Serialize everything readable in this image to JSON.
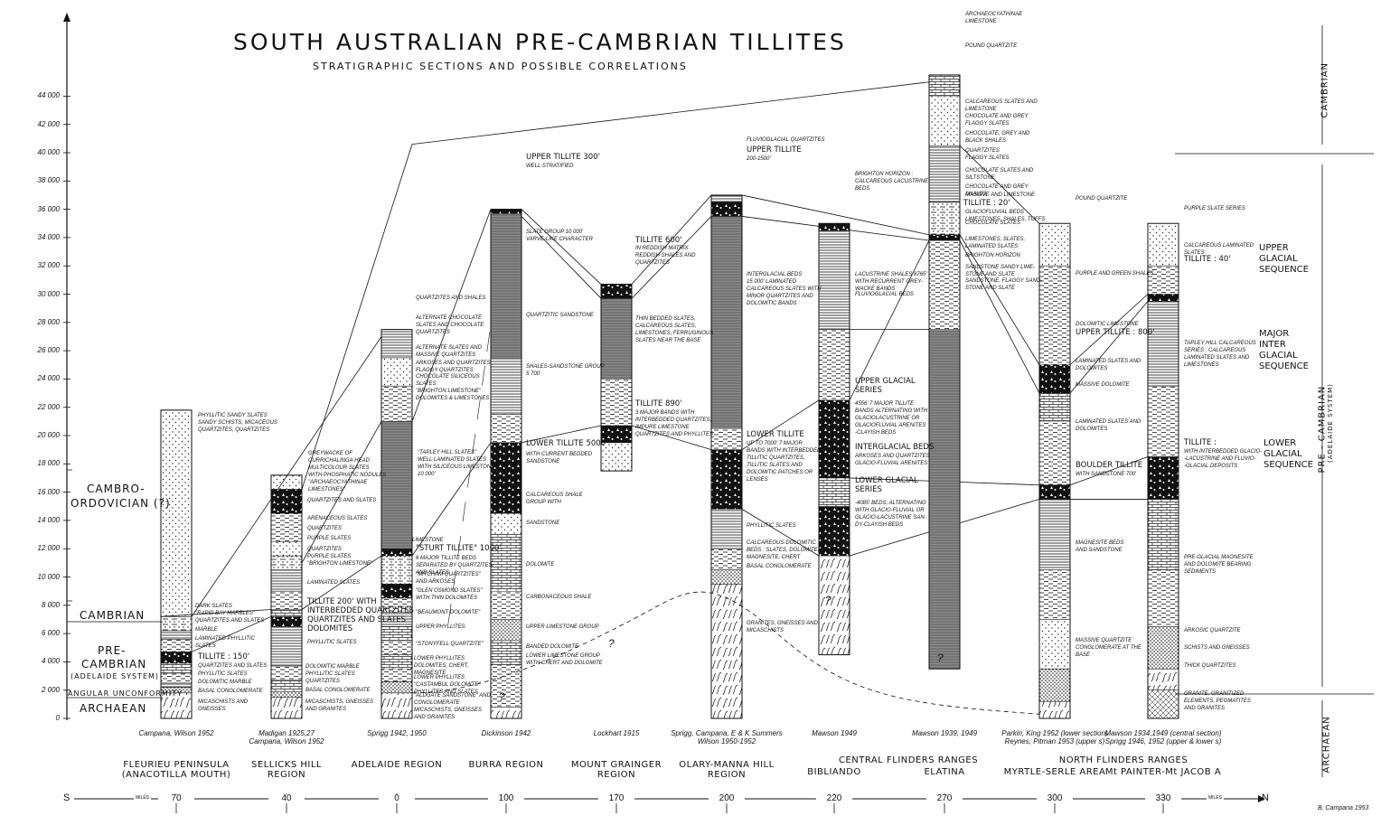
{
  "title": "SOUTH AUSTRALIAN PRE-CAMBRIAN TILLITES",
  "subtitle": "STRATIGRAPHIC SECTIONS AND POSSIBLE CORRELATIONS",
  "y_axis_ticks": [
    "0",
    "2 000",
    "4 000",
    "6 000",
    "8 000",
    "10 000",
    "12 000",
    "14 000",
    "16 000",
    "18 000",
    "20 000",
    "22 000",
    "24 000",
    "26 000",
    "28 000",
    "30 000",
    "32 000",
    "34 000",
    "36 000",
    "38 000",
    "40 000",
    "42 000",
    "44 000"
  ],
  "left_periods": {
    "cambro_ordovician_1": "CAMBRO-",
    "cambro_ordovician_2": "ORDOVICIAN (?)",
    "cambrian": "CAMBRIAN",
    "pre": "PRE-",
    "pre_cambrian": "CAMBRIAN",
    "adelaide_system": "(ADELAIDE SYSTEM)",
    "angular": "ANGULAR UNCONFORMITY",
    "archaean": "ARCHAEAN"
  },
  "right_periods": {
    "cambrian": "CAMBRIAN",
    "pre_cambrian": "PRE - CAMBRIAN",
    "adelaide_system": "(ADELAIDE SYSTEM)",
    "archaean": "ARCHAEAN"
  },
  "sequences": {
    "upper": "UPPER\nGLACIAL\nSEQUENCE",
    "major": "MAJOR\nINTER\nGLACIAL\nSEQUENCE",
    "lower": "LOWER\nGLACIAL\nSEQUENCE"
  },
  "sections": [
    {
      "region_1": "FLEURIEU PENINSULA",
      "region_2": "(ANACOTILLA MOUTH)",
      "author_1": "Campana, Wilson 1952",
      "author_2": "",
      "mile": "70"
    },
    {
      "region_1": "SELLICKS HILL",
      "region_2": "REGION",
      "author_1": "Madigan 1925,27",
      "author_2": "Campana, Wilson 1952",
      "mile": "40"
    },
    {
      "region_1": "ADELAIDE REGION",
      "region_2": "",
      "author_1": "Sprigg 1942, 1950",
      "author_2": "",
      "mile": "0"
    },
    {
      "region_1": "BURRA REGION",
      "region_2": "",
      "author_1": "Dickinson 1942",
      "author_2": "",
      "mile": "100"
    },
    {
      "region_1": "MOUNT GRAINGER",
      "region_2": "REGION",
      "author_1": "Lockhart 1915",
      "author_2": "",
      "mile": "170"
    },
    {
      "region_1": "OLARY-MANNA HILL",
      "region_2": "REGION",
      "author_1": "Sprigg, Campana, E & K Summers",
      "author_2": "Wilson 1950-1952",
      "mile": "200"
    },
    {
      "region_1": "BIBLIANDO",
      "region_2": "",
      "author_1": "Mawson 1949",
      "author_2": "",
      "mile": "220"
    },
    {
      "region_1": "ELATINA",
      "region_2": "",
      "author_1": "Mawson 1939, 1949",
      "author_2": "",
      "mile": "270"
    },
    {
      "region_1": "MYRTLE-SERLE AREA",
      "region_2": "",
      "author_1": "Parkin, King 1952 (lower section)",
      "author_2": "Reynes, Pitman 1953 (upper s)",
      "mile": "300"
    },
    {
      "region_1": "Mt PAINTER-Mt JACOB A",
      "region_2": "",
      "author_1": "Mawson 1934,1949 (central section)",
      "author_2": "Sprigg 1946, 1952 (upper & lower s)",
      "mile": "330"
    }
  ],
  "group_headers": {
    "central": "CENTRAL FLINDERS RANGES",
    "north": "NORTH FLINDERS RANGES"
  },
  "scale": {
    "south": "S",
    "north": "N",
    "miles_left": "MILES",
    "miles_right": "MILES"
  },
  "signature": "B. Campana  1953",
  "annotations": {
    "fleurieu": [
      "PHYLLITIC SANDY SLATES\nSANDY SCHISTS, MICACEOUS\nQUARTZITES, QUARTZITES",
      "DARK SLATES\n\"RAPID BAY MARBLES\"\nQUARTZITES AND SLATES",
      "MARBLE",
      "LAMINATED PHYLLITIC\nSLATES",
      "TILLITE : 150'",
      "QUARTZITES AND SLATES",
      "PHYLLITIC SLATES",
      "DOLOMITIC MARBLE",
      "BASAL CONGLOMERATE",
      "MICASCHISTS AND\nGNEISSES"
    ],
    "sellicks": [
      "GREYWACKE OF\nCURRICHALINGA HEAD\nMULTICOLOUR SLATES\nWITH PHOSPHATIC NODULES\n\"ARCHAEOCYATHINAE\nLIMESTONES\"",
      "QUARTZITES AND SLATES",
      "ARENACEOUS SLATES",
      "QUARTZITES",
      "PURPLE SLATES",
      "QUARTZITES\nPURPLE SLATES\n\"BRIGHTON LIMESTONE\"",
      "LAMINATED SLATES",
      "TILLITE 200' WITH\nINTERBEDDED QUARTZITES\nQUARTZITES AND SLATES\nDOLOMITES",
      "PHYLLITIC SLATES",
      "DOLOMITIC MARBLE\nPHYLLITIC SLATES\nQUARTZITES",
      "BASAL CONGLOMERATE",
      "MICASCHISTS, GNEISSES\nAND GRANITES"
    ],
    "adelaide": [
      "QUARTZITES AND SHALES",
      "ALTERNATE CHOCOLATE\nSLATES AND CHOCOLATE\nQUARTZITES",
      "ALTERNATE SLATES AND\nMASSIVE QUARTZITES",
      "ARKOSES AND QUARTZITES\nFLAGGY QUARTZITES",
      "CHOCOLATE SILICEOUS\nSLATES\n\"BRIGHTON LIMESTONE\"\nDOLOMITES & LIMESTONES",
      "\"TAPLEY HILL SLATES\"\nWELL LAMINATED SLATES\nWITH SILICEOUS LIMESTONE\n10 000'",
      "LIMESTONE",
      "\"STURT TILLITE\" 1000'",
      "6 MAJOR TILLITE BEDS\nSEPARATED BY QUARTZITES\nAND SLATES",
      "\"MITCHAM QUARTZITES\"\nAND ARKOSES",
      "\"GLEN OSMOND SLATES\"\nWITH THIN DOLOMITES",
      "\"BEAUMONT DOLOMITE\"",
      "UPPER PHYLLITES",
      "\"STONYFELL QUARTZITE\"",
      "LOWER PHYLLITES\nDOLOMITES, CHERT,\nMAGNESITE",
      "LOWER PHYLLITES\n\"CASTAMBUL DOLOMITE\"\nPHYLLITES AND SLATES",
      "\"ALDGATE SANDSTONE\" AND\nCONGLOMERATE",
      "MICASCHISTS, GNEISSES\nAND GRANITES"
    ],
    "burra": [
      "UPPER TILLITE 300'",
      "WELL STRATIFIED",
      "SLATE GROUP 10 000'\nVARVE-LIKE CHARACTER",
      "QUARTZITIC SANDSTONE",
      "SHALES-SANDSTONE GROUP\n5 700'",
      "LOWER TILLITE 5000'",
      "WITH CURRENT BEDDED\nSANDSTONE",
      "CALCAREOUS SHALE\nGROUP WITH",
      "SANDSTONE",
      "DOLOMITE",
      "CARBONACEOUS SHALE",
      "UPPER LIMESTONE GROUP",
      "BANDED DOLOMITE",
      "LOWER LIMESTONE GROUP\nWITH CHERT AND DOLOMITE"
    ],
    "grainger": [
      "TILLITE 600'",
      "IN REDDISH MATRIX\nREDDISH SHALES AND\nQUARTZITES",
      "THIN BEDDED SLATES,\nCALCAREOUS SLATES,\nLIMESTONES, FERRUGINOUS\nSLATES NEAR THE BASE",
      "TILLITE 890'",
      "3 MAJOR BANDS WITH\nINTERBEDDED QUARTZITES,\nIMPURE LIMESTONE\nQUARTZITES AND PHYLLITES"
    ],
    "olary": [
      "FLUVIOGLACIAL QUARTZITES",
      "UPPER TILLITE",
      "200-1500'",
      "INTERGLACIAL BEDS\n15 000' LAMINATED\nCALCAREOUS SLATES WITH\nMINOR QUARTZITES AND\nDOLOMITIC BANDS",
      "LOWER TILLITE",
      "UP TO 7000' 7 MAJOR\nBANDS WITH INTERBEDDED\nTILLITIC QUARTZITES,\nTILLITIC SLATES AND\nDOLOMITIC PATCHES OR\nLENSES",
      "PHYLLITIC SLATES",
      "CALCAREOUS-DOLOMITIC\nBEDS : SLATES, DOLOMITES,\nMAGNESITE, CHERT",
      "BASAL CONGLOMERATE",
      "GRANITES, GNEISSES AND\nMICASCHISTS"
    ],
    "bibliando": [
      "BRIGHTON HORIZON :\nCALCAREOUS LACUSTRINE\nBEDS",
      "LACUSTRINE SHALES 8765'\nWITH RECURRENT GREY-\nWACKE BANDS",
      "FLUVIOGLACIAL BEDS",
      "UPPER GLACIAL\nSERIES",
      "4556' 7 MAJOR TILLITE\nBANDS ALTERNATING WITH\nGLACIOLACUSTRINE OR\nGLACIOFLUVIAL ARENITES\n-CLAYISH BEDS",
      "INTERGLACIAL BEDS",
      "ARKOSES AND QUARTZITES\nGLACIO-FLUVIAL ARENITES",
      "LOWER GLACIAL\nSERIES",
      "-4085' BEDS, ALTERNATING\nWITH GLACIO-FLUVIAL OR\nGLACIO-LACUSTRINE SAN-\nDY-CLAYISH BEDS"
    ],
    "elatina": [
      "ARCHAEOCYATHINAE\nLIMESTONE",
      "POUND QUARTZITE",
      "CALCAREOUS SLATES AND\nLIMESTONE",
      "CHOCOLATE AND GREY\nFLAGGY SLATES",
      "CHOCOLATE, GREY AND\nBLACK SHALES",
      "QUARTZITES\nFLAGGY SLATES",
      "CHOCOLATE SLATES AND\nSILTSTONE",
      "CHOCOLATE AND GREY\nSHALES",
      "MASSIVE AND LIMESTONE",
      "TILLITE : 20'",
      "GLACIOFLUVIAL BEDS\nLIMESTONES, SHALES, TUFFS",
      "CHOCOLATE SLATES",
      "LIMESTONES, SLATES,\nLAMINATED SLATES",
      "BRIGHTON HORIZON",
      "SANDSTONE SANDY LIME-\nSTONE AND SLATE",
      "SANDSTONE, FLAGGY SAND-\nSTONE AND SLATE"
    ],
    "myrtle": [
      "POUND QUARTZITE",
      "PURPLE AND GREEN SHALES",
      "DOLOMITIC LIMESTONE",
      "UPPER TILLITE : 800'",
      "LAMINATED SLATES AND\nDOLOMITES",
      "MASSIVE DOLOMITE",
      "LAMINATED SLATES AND\nDOLOMITES",
      "BOULDER TILLITE",
      "WITH SANDSTONE 700'",
      "MAGNESITE BEDS\nAND SANDSTONE",
      "MASSIVE QUARTZITE\nCONGLOMERATE AT THE\nBASE"
    ],
    "painter": [
      "PURPLE SLATE SERIES",
      "CALCAREOUS LAMINATED\nSLATES",
      "TILLITE : 40'",
      "TAPLEY HILL CALCAREOUS\nSERIES : CALCAREOUS\nLAMINATED SLATES AND\nLIMESTONES",
      "TILLITE :",
      "WITH INTERBEDDED GLACIO-\n-LACUSTRINE AND FLUVIO-\n-GLACIAL DEPOSITS",
      "PRE-GLACIAL MAGNESITE\nAND DOLOMITE BEARING\nSEDIMENTS",
      "ARKOSIC QUARTZITE",
      "SCHISTS AND GNEISSES",
      "THICK QUARTZITES",
      "GRANITE, GRANITIZED\nELEMENTS, PEGMATITES\nAND GRANITES"
    ]
  }
}
